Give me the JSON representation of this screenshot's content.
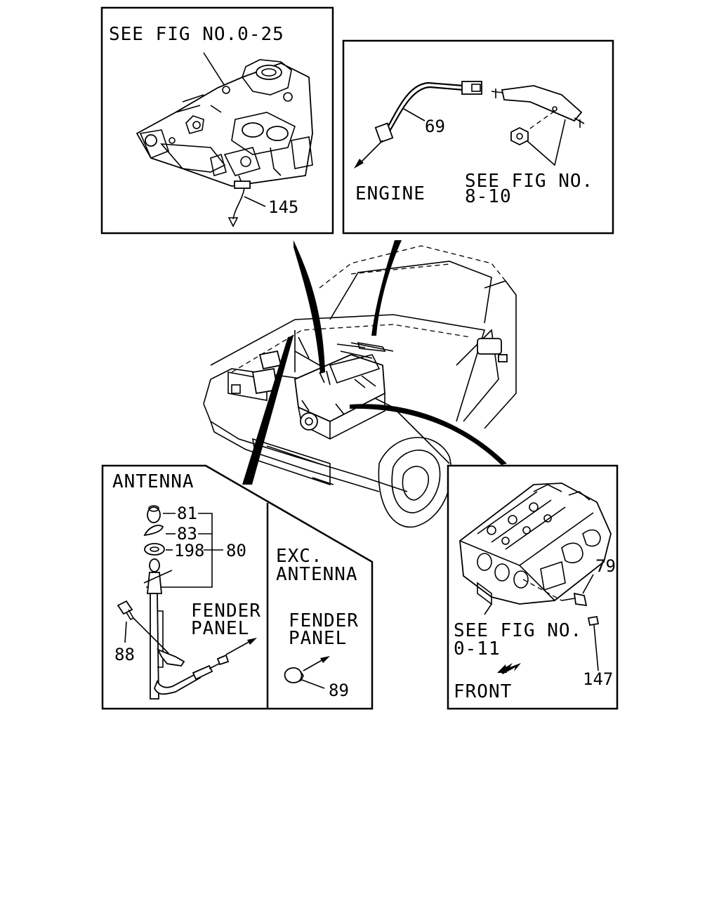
{
  "top_left_panel": {
    "ref_label": "SEE FIG NO.0-25",
    "callout_145": "145"
  },
  "top_right_panel": {
    "callout_69": "69",
    "engine_label": "ENGINE",
    "ref_label_line1": "SEE FIG NO.",
    "ref_label_line2": "8-10"
  },
  "antenna_panel": {
    "title": "ANTENNA",
    "callout_81": "81",
    "callout_83": "83",
    "callout_198": "198",
    "callout_80": "80",
    "callout_88": "88",
    "fender_line1": "FENDER",
    "fender_line2": "PANEL"
  },
  "exc_antenna_panel": {
    "title_line1": "EXC.",
    "title_line2": "ANTENNA",
    "fender_line1": "FENDER",
    "fender_line2": "PANEL",
    "callout_89": "89"
  },
  "cylinder_head_panel": {
    "callout_79": "79",
    "ref_label_line1": "SEE FIG NO.",
    "ref_label_line2": "0-11",
    "callout_147": "147",
    "front_label": "FRONT"
  }
}
